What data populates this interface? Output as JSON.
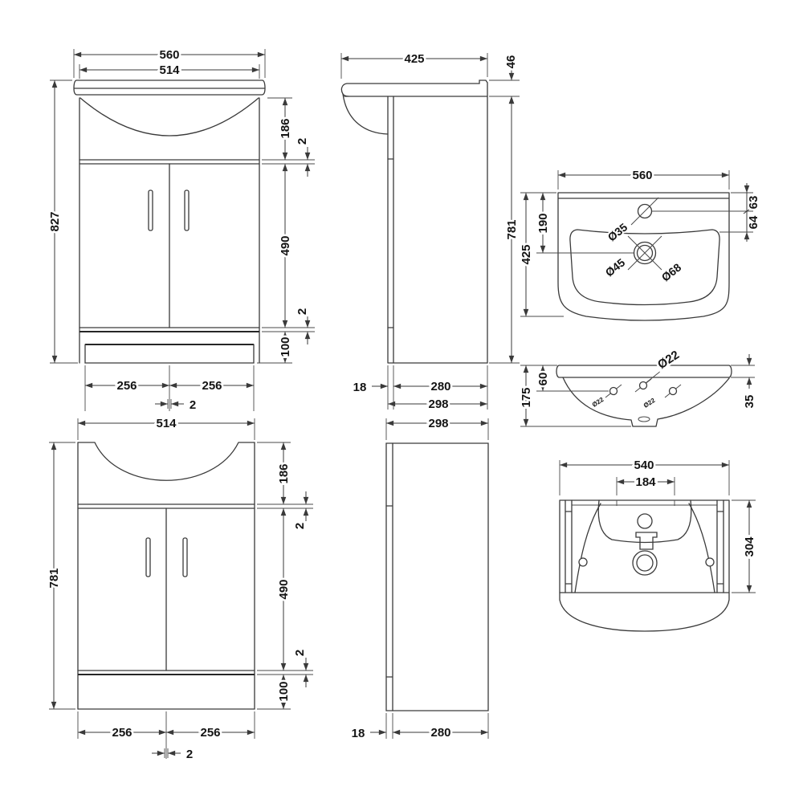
{
  "drawing": {
    "background": "#ffffff",
    "line_color": "#3a3a3a",
    "text_color": "#141414",
    "views": {
      "front_with_basin": {
        "name": "front-view-vanity-with-basin",
        "dim_width_overall": "560",
        "dim_width_cabinet": "514",
        "dim_height_overall": "827",
        "dim_basin_apron": "186",
        "dim_gap_top": "2",
        "dim_door_height": "490",
        "dim_gap_bottom": "2",
        "dim_plinth_height": "100",
        "dim_door_left": "256",
        "dim_door_right": "256",
        "dim_door_gap": "2"
      },
      "side_with_basin": {
        "name": "side-view-vanity-with-basin",
        "dim_depth_overall": "425",
        "dim_worktop_height": "46",
        "dim_cabinet_height": "781",
        "dim_door_thickness": "18",
        "dim_body_depth": "280",
        "dim_depth_cabinet": "298"
      },
      "basin_plan": {
        "name": "plan-view-basin",
        "dim_width": "560",
        "dim_back_to_tap": "63",
        "dim_tap_to_bowl": "64",
        "dim_back_to_waste": "190",
        "dim_depth": "425",
        "label_tap_hole": "Ø35",
        "label_waste_inner": "Ø45",
        "label_waste_outer": "Ø68"
      },
      "basin_section": {
        "name": "section-view-basin",
        "label_overflow_hole": "Ø22",
        "label_hole_left": "Ø22",
        "label_hole_right": "Ø22",
        "dim_rim_to_holes": "60",
        "dim_depth_total": "175",
        "dim_rim_height": "35"
      },
      "basin_front": {
        "name": "front-view-basin",
        "dim_width": "540",
        "dim_tap_deck": "184",
        "dim_height": "304"
      },
      "front_cabinet": {
        "name": "front-view-cabinet",
        "dim_width": "514",
        "dim_height": "781",
        "dim_top_rail": "186",
        "dim_gap_top": "2",
        "dim_door_height": "490",
        "dim_gap_bottom": "2",
        "dim_plinth_height": "100",
        "dim_door_left": "256",
        "dim_door_right": "256",
        "dim_door_gap": "2"
      },
      "side_cabinet": {
        "name": "side-view-cabinet",
        "dim_depth": "298",
        "dim_door_thickness": "18",
        "dim_body_depth": "280"
      }
    }
  }
}
